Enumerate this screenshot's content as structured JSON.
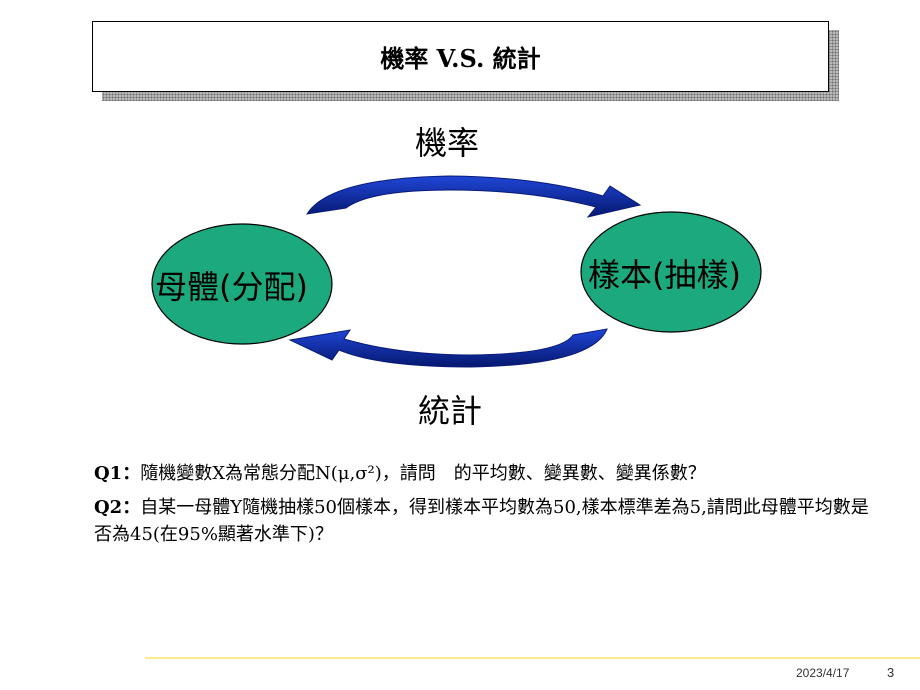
{
  "title": "機率 V.S. 統計",
  "diagram": {
    "top_label": "機率",
    "bottom_label": "統計",
    "left_node": "母體(分配)",
    "right_node": "樣本(抽樣)",
    "node_fill": "#1ba97d",
    "arrow_color": "#0b2aa3"
  },
  "questions": {
    "q1_label": "Q1：",
    "q1_text": "隨機變數X為常態分配N(μ,σ²)，請問　的平均數、變異數、變異係數？",
    "q2_label": "Q2：",
    "q2_text": "自某一母體Y隨機抽樣50個樣本，得到樣本平均數為50,樣本標準差為5,請問此母體平均數是否為45(在95%顯著水準下)？"
  },
  "footer": {
    "date": "2023/4/17",
    "page": "3"
  }
}
